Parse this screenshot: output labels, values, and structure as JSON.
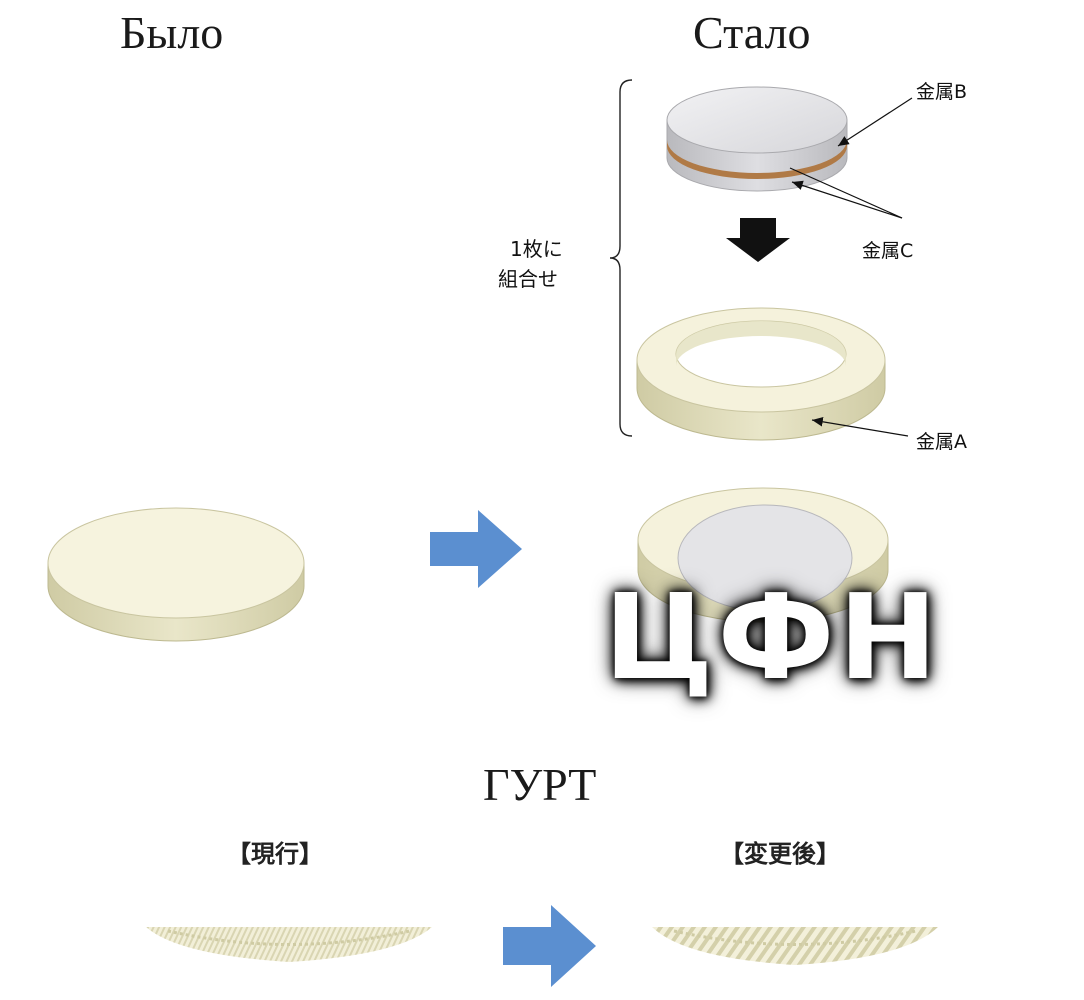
{
  "headings": {
    "before": "Было",
    "after": "Стало",
    "edge": "ГУРТ"
  },
  "labels": {
    "metal_b": "金属B",
    "metal_c": "金属C",
    "metal_a": "金属A",
    "combine_line1": "1枚に",
    "combine_line2": "組合せ"
  },
  "edge_section": {
    "current": "【現行】",
    "changed": "【変更後】"
  },
  "watermark": "ЦФН",
  "colors": {
    "cream": "#f4f1dc",
    "cream_side": "#dcd9b8",
    "silver": "#e3e3e6",
    "silver_side": "#c9c9cc",
    "copper": "#b07a46",
    "arrow_blue": "#5b8fd0"
  }
}
